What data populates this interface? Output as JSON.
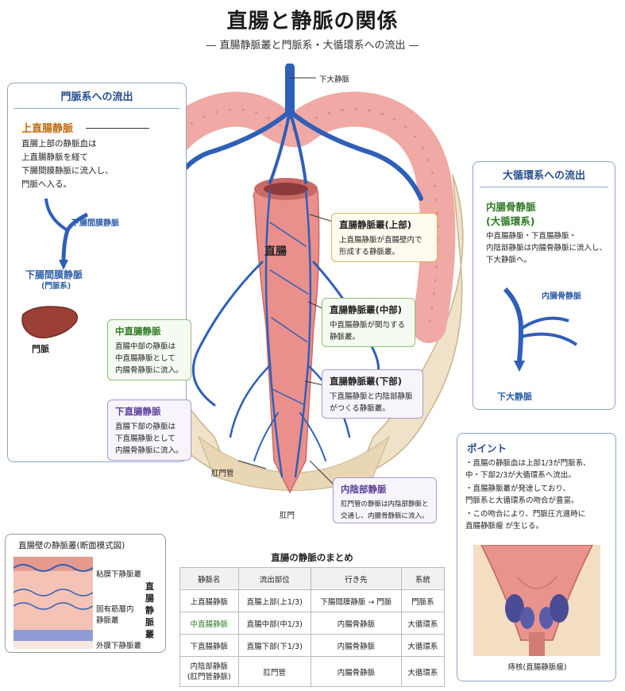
{
  "header": {
    "title": "直腸と静脈の関係",
    "subtitle": "— 直腸静脈叢と門脈系・大循環系への流出 —"
  },
  "left_panel": {
    "heading": "門脈系への流出",
    "vein_name": "上直腸静脈",
    "desc": [
      "直腸上部の静脈血は",
      "上直腸静脈を経て",
      "下腸間膜静脈に流入し、",
      "門脈へ入る。"
    ],
    "diagram_label": "下腸間膜静脈",
    "result_label": "下腸間膜静脈",
    "result_sub": "(門脈系)",
    "liver_label": "門脈"
  },
  "right_panel": {
    "heading": "大循環系への流出",
    "vein_name": "内腸骨静脈",
    "vein_sub": "(大循環系)",
    "desc": [
      "中直腸静脈・下直腸静脈・",
      "内陰部静脈は内腸骨静脈に流入し、",
      "下大静脈へ。"
    ],
    "diagram_label": "内腸骨静脈",
    "result_label": "下大静脈"
  },
  "anatomy": {
    "ivc_label": "下大静脈",
    "rectum_label": "直腸",
    "anal_canal_label": "肛門管",
    "anus_label": "肛門"
  },
  "callouts": {
    "plexus_upper": {
      "title": "直腸静脈叢(上部)",
      "lines": [
        "上直腸静脈が直腸壁内で",
        "形成する静脈叢。"
      ]
    },
    "plexus_middle": {
      "title": "直腸静脈叢(中部)",
      "lines": [
        "中直腸静脈が関与する",
        "静脈叢。"
      ]
    },
    "plexus_lower": {
      "title": "直腸静脈叢(下部)",
      "lines": [
        "下直腸静脈と内陰部静脈",
        "がつくる静脈叢。"
      ]
    },
    "middle_rectal": {
      "title": "中直腸静脈",
      "lines": [
        "直腸中部の静脈は",
        "中直腸静脈として",
        "内腸骨静脈に流入。"
      ]
    },
    "inferior_rectal": {
      "title": "下直腸静脈",
      "lines": [
        "直腸下部の静脈は",
        "下直腸静脈として",
        "内腸骨静脈に流入。"
      ]
    },
    "internal_pudendal": {
      "title": "内陰部静脈",
      "lines": [
        "肛門管の静脈は内陰部静脈と",
        "交通し、内腸骨静脈に流入。"
      ]
    }
  },
  "cross_section": {
    "heading": "直腸壁の静脈叢(断面模式図)",
    "labels": [
      "粘膜下静脈叢",
      "固有筋層内\n静脈叢",
      "外膜下静脈叢"
    ],
    "side_label": [
      "直",
      "腸",
      "静",
      "脈",
      "叢"
    ]
  },
  "summary": {
    "title": "直腸の静脈のまとめ",
    "headers": [
      "静脈名",
      "流出部位",
      "行き先",
      "系統"
    ],
    "rows": [
      [
        "上直腸静脈",
        "直腸上部(上1/3)",
        "下腸間膜静脈 → 門脈",
        "門脈系"
      ],
      [
        "中直腸静脈",
        "直腸中部(中1/3)",
        "内腸骨静脈",
        "大循環系"
      ],
      [
        "下直腸静脈",
        "直腸下部(下1/3)",
        "内腸骨静脈",
        "大循環系"
      ],
      [
        "内陰部静脈\n(肛門管静脈)",
        "肛門管",
        "内腸骨静脈",
        "大循環系"
      ]
    ]
  },
  "points": {
    "heading": "ポイント",
    "items": [
      "・直腸の静脈血は上部1/3が門脈系、\n 中・下部2/3が大循環系へ流出。",
      "・直腸静脈叢が発達しており、\n 門脈系と大循環系の吻合が豊富。",
      "・この吻合により、門脈圧亢進時に\n 直腸静脈瘤 が生じる。"
    ],
    "image_label": "痔核(直腸静脈瘤)"
  },
  "colors": {
    "vein": "#2f5fb8",
    "rectum": "#e98a86",
    "colon": "#f0a9a4",
    "panel_border": "#8aa6cc",
    "green": "#2f7a25",
    "purple": "#5a3f9a",
    "orange": "#c26a12"
  }
}
